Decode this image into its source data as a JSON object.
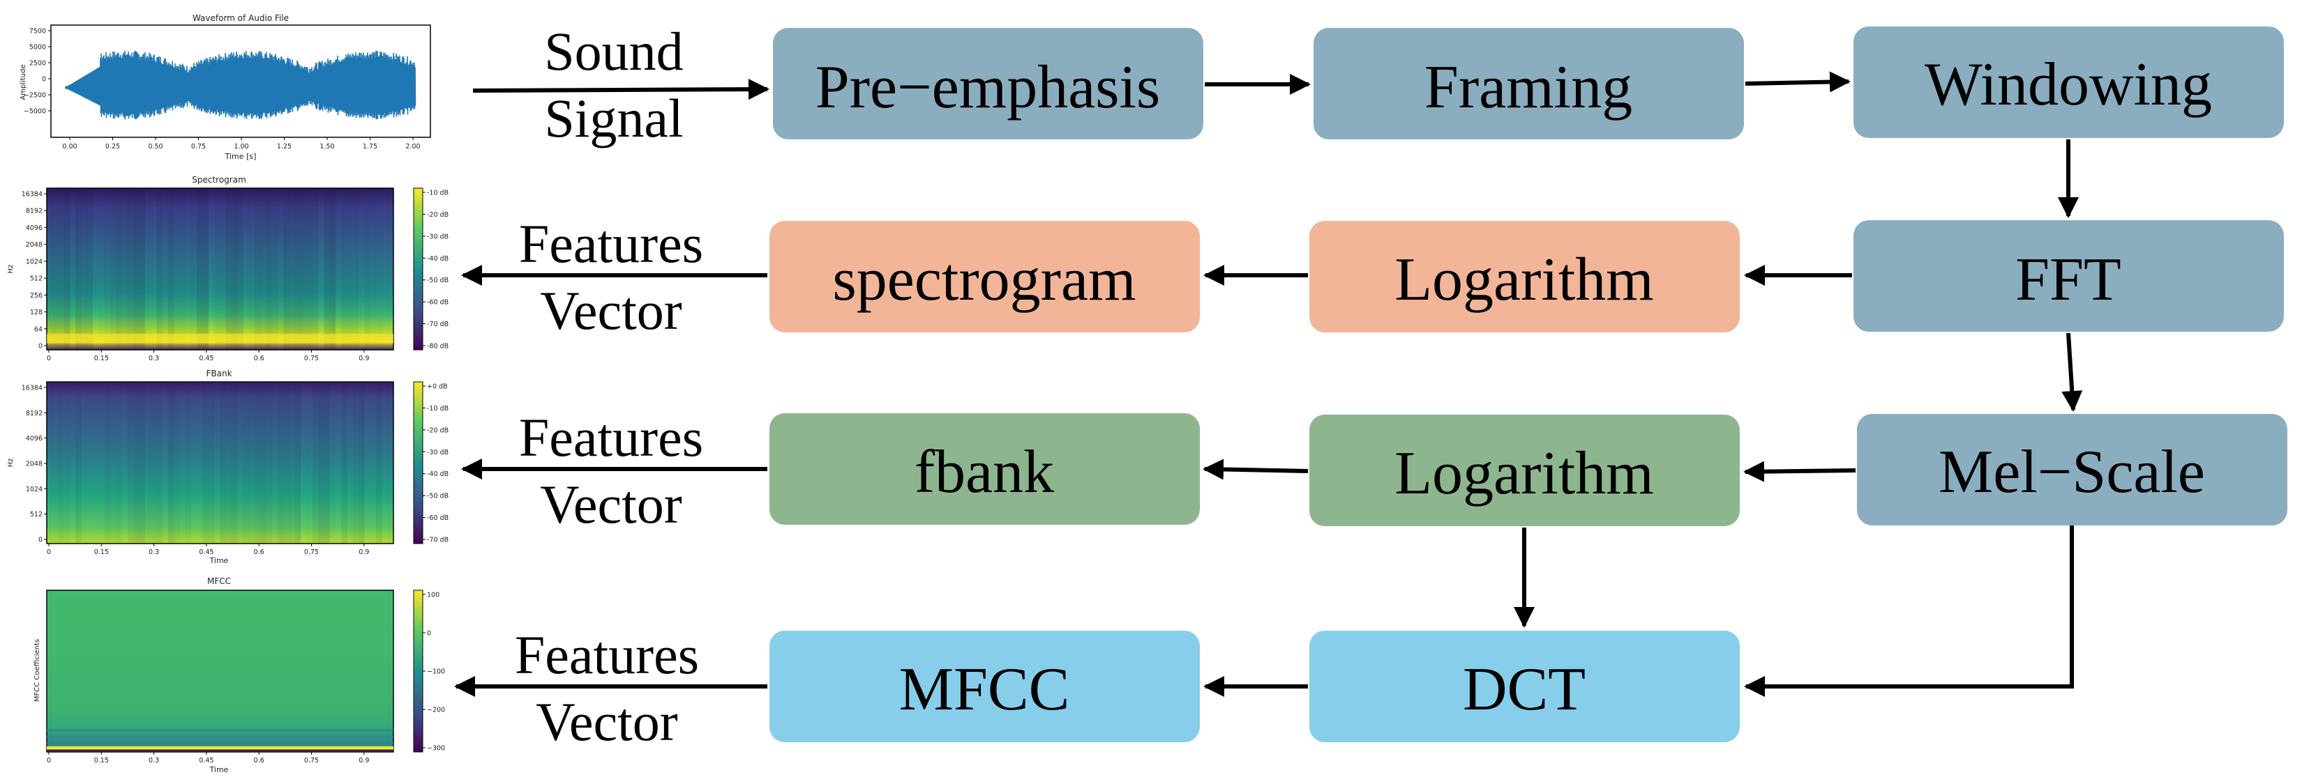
{
  "colors": {
    "pipeline_box": "#8AAEC0",
    "spectrogram_box": "#F2B597",
    "fbank_box": "#8DB68F",
    "mfcc_box": "#87CEEB",
    "arrow": "#000000",
    "waveform": "#1f77b4"
  },
  "nodes": {
    "pre_emphasis": "Pre−emphasis",
    "framing": "Framing",
    "windowing": "Windowing",
    "fft": "FFT",
    "mel_scale": "Mel−Scale",
    "log_spec": "Logarithm",
    "spectrogram": "spectrogram",
    "log_fbank": "Logarithm",
    "fbank": "fbank",
    "dct": "DCT",
    "mfcc": "MFCC"
  },
  "edge_labels": {
    "sound": [
      "Sound",
      "Signal"
    ],
    "features1": [
      "Features",
      "Vector"
    ],
    "features2": [
      "Features",
      "Vector"
    ],
    "features3": [
      "Features",
      "Vector"
    ]
  },
  "plots": {
    "waveform": {
      "title": "Waveform of Audio File",
      "ylabel": "Amplitude",
      "xlabel": "Time [s]",
      "yticks": [
        "7500",
        "5000",
        "2500",
        "0",
        "−2500",
        "−5000"
      ],
      "xticks": [
        "0.00",
        "0.25",
        "0.50",
        "0.75",
        "1.00",
        "1.25",
        "1.50",
        "1.75",
        "2.00"
      ]
    },
    "spectrogram": {
      "title": "Spectrogram",
      "ylabel": "Hz",
      "yticks": [
        "16384",
        "8192",
        "4096",
        "2048",
        "1024",
        "512",
        "256",
        "128",
        "64",
        "0"
      ],
      "xticks": [
        "0",
        "0.15",
        "0.3",
        "0.45",
        "0.6",
        "0.75",
        "0.9"
      ],
      "cbar": [
        "-10 dB",
        "-20 dB",
        "-30 dB",
        "-40 dB",
        "-50 dB",
        "-60 dB",
        "-70 dB",
        "-80 dB"
      ]
    },
    "fbank": {
      "title": "FBank",
      "ylabel": "Hz",
      "xlabel": "Time",
      "yticks": [
        "16384",
        "8192",
        "4096",
        "2048",
        "1024",
        "512",
        "0"
      ],
      "xticks": [
        "0",
        "0.15",
        "0.3",
        "0.45",
        "0.6",
        "0.75",
        "0.9"
      ],
      "cbar": [
        "+0 dB",
        "-10 dB",
        "-20 dB",
        "-30 dB",
        "-40 dB",
        "-50 dB",
        "-60 dB",
        "-70 dB"
      ]
    },
    "mfcc": {
      "title": "MFCC",
      "ylabel": "MFCC Coefficients",
      "xlabel": "Time",
      "xticks": [
        "0",
        "0.15",
        "0.3",
        "0.45",
        "0.6",
        "0.75",
        "0.9"
      ],
      "cbar": [
        "100",
        "0",
        "−100",
        "−200",
        "−300"
      ]
    }
  }
}
